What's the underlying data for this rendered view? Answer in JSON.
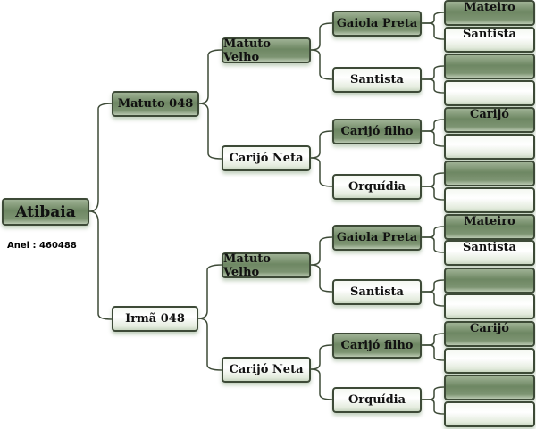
{
  "subject": {
    "name": "Atibaia",
    "ring_label": "Anel : 460488"
  },
  "gen2": [
    {
      "name": "Matuto 048"
    },
    {
      "name": "Irmã  048"
    }
  ],
  "gen3": [
    {
      "name": "Matuto Velho"
    },
    {
      "name": "Carijó Neta"
    },
    {
      "name": "Matuto Velho"
    },
    {
      "name": "Carijó Neta"
    }
  ],
  "gen4": [
    {
      "name": "Gaiola Preta"
    },
    {
      "name": "Santista"
    },
    {
      "name": "Carijó filho"
    },
    {
      "name": "Orquídia"
    },
    {
      "name": "Gaiola Preta"
    },
    {
      "name": "Santista"
    },
    {
      "name": "Carijó filho"
    },
    {
      "name": "Orquídia"
    }
  ],
  "gen5": [
    {
      "name": "Mateiro"
    },
    {
      "name": "Santista"
    },
    {
      "name": ""
    },
    {
      "name": ""
    },
    {
      "name": "Carijó"
    },
    {
      "name": ""
    },
    {
      "name": ""
    },
    {
      "name": ""
    },
    {
      "name": "Mateiro"
    },
    {
      "name": "Santista"
    },
    {
      "name": ""
    },
    {
      "name": ""
    },
    {
      "name": "Carijó"
    },
    {
      "name": ""
    },
    {
      "name": ""
    },
    {
      "name": ""
    }
  ],
  "colors": {
    "male_box": "#6e8763",
    "female_box": "#ffffff",
    "border": "#3d4a37"
  }
}
